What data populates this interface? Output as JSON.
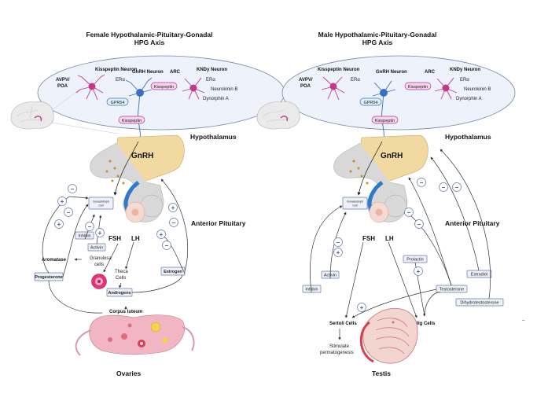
{
  "female": {
    "title_line1": "Female Hypothalamic-Pituitary-Gonadal",
    "title_line2": "HPG Axis",
    "kisspeptin_neuron": "Kisspeptin Neuron",
    "avpv_line1": "AVPV/",
    "avpv_line2": "POA",
    "eralpha": "ERα",
    "gnrh_neuron": "GnRH Neuron",
    "arc": "ARC",
    "kndy_neuron": "KNDy Neuron",
    "kndy_er": "ERα",
    "neurokinin": "Neurokinin B",
    "dynorphin": "Dynorphin A",
    "kisspeptin_pill": "Kisspeptin",
    "gpr54": "GPR54",
    "kisspeptin_release": "Kisspeptin",
    "hypothalamus": "Hypothalamus",
    "gnrh": "GnRH",
    "gonadotroph_line1": "Gonadotroph",
    "gonadotroph_line2": "Cell",
    "anterior_pituitary": "Anterior Pituitary",
    "fsh": "FSH",
    "lh": "LH",
    "inhibin": "Inhibin",
    "activin": "Activin",
    "aromatase": "Aromatase",
    "granulosa_line1": "Granulosa",
    "granulosa_line2": "cells",
    "theca_line1": "Theca",
    "theca_line2": "Cells",
    "progesterone": "Progesterone",
    "estrogen": "Estrogen",
    "androgens": "Androgens",
    "corpus_luteum": "Corpus luteum",
    "ovaries": "Ovaries"
  },
  "male": {
    "title_line1": "Male Hypothalamic-Pituitary-Gonadal",
    "title_line2": "HPG Axis",
    "kisspeptin_neuron": "Kisspeptin Neuron",
    "avpv_line1": "AVPV/",
    "avpv_line2": "POA",
    "eralpha": "ERα",
    "gnrh_neuron": "GnRH Neuron",
    "arc": "ARC",
    "kndy_neuron": "KNDy Neuron",
    "kndy_er": "ERα",
    "neurokinin": "Neurokinin B",
    "dynorphin": "Dynorphin A",
    "kisspeptin_pill": "Kisspeptin",
    "gpr54": "GPR54",
    "kisspeptin_release": "Kisspeptin",
    "hypothalamus": "Hypothalamus",
    "gnrh": "GnRH",
    "gonadotroph_line1": "Gonadotroph",
    "gonadotroph_line2": "Cell",
    "anterior_pituitary": "Anterior Pituitary",
    "fsh": "FSH",
    "lh": "LH",
    "inhibin": "Inhibin",
    "activin": "Activin",
    "prolactin": "Prolactin",
    "testosterone": "Testosterone",
    "estradiol": "Estradiol",
    "dht": "Dihydrotestosterone",
    "sertoli": "Sertoli Cells",
    "leydig": "Leydig Cells",
    "stimulate_line1": "Stimulate",
    "stimulate_line2": "permatogenesis",
    "testis": "Testis"
  },
  "signs": {
    "plus": "+",
    "minus": "−"
  },
  "colors": {
    "hypothalamus": "#f2d9a2",
    "pituitary": "#c9c9c9",
    "pituitary_stalk": "#2f79c9",
    "gonadotroph_body": "#f6d9d0",
    "neuron_pink": "#c2388f",
    "neuron_blue": "#3a6fc1",
    "brain_ellipse": "#eef2fa"
  },
  "icons": [
    "brain-icon",
    "kisspeptin-neuron-icon",
    "gnrh-neuron-icon",
    "kndy-neuron-icon",
    "ovary-icon",
    "testis-icon",
    "granulosa-cell-icon"
  ]
}
